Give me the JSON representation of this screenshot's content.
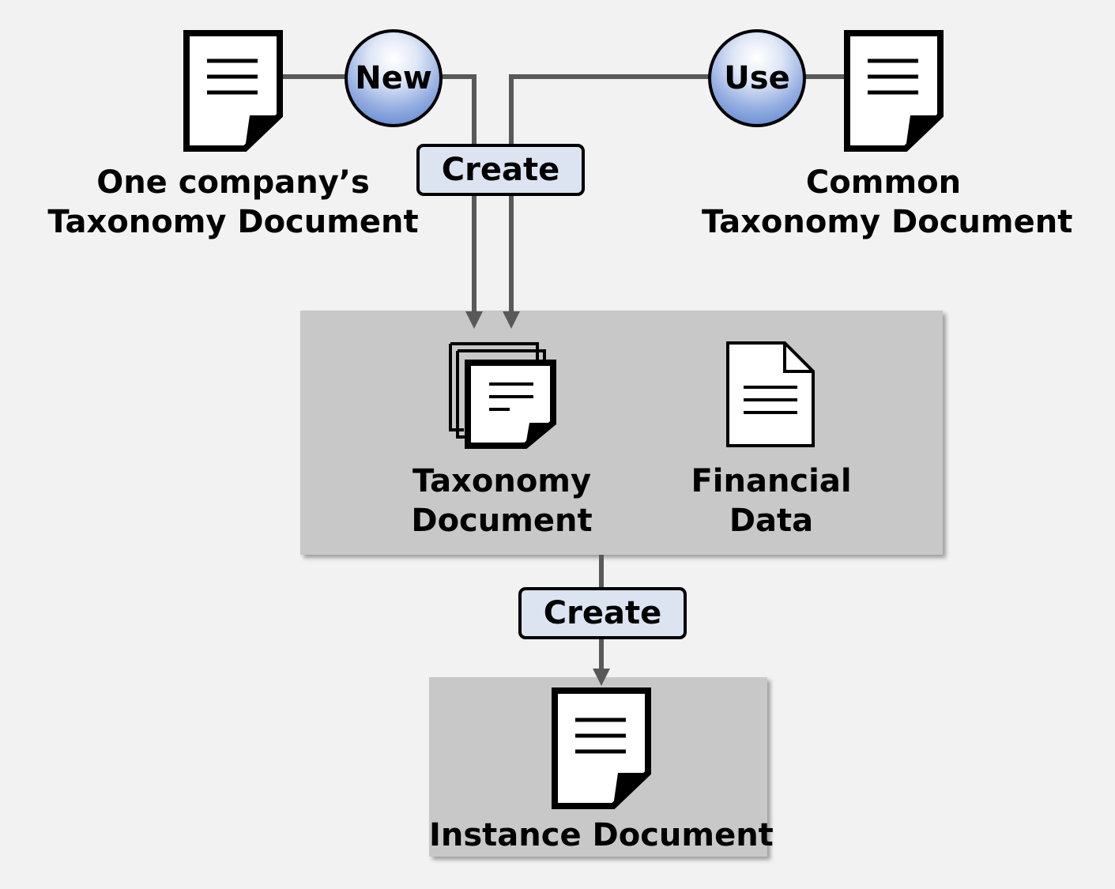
{
  "nodes": {
    "company_doc": {
      "line1": "One company’s",
      "line2": "Taxonomy Document"
    },
    "common_doc": {
      "line1": "Common",
      "line2": "Taxonomy Document"
    },
    "taxonomy_doc": {
      "line1": "Taxonomy",
      "line2": "Document"
    },
    "financial_data": {
      "line1": "Financial",
      "line2": "Data"
    },
    "instance_doc": {
      "label": "Instance Document"
    }
  },
  "badges": {
    "new": "New",
    "use": "Use"
  },
  "actions": {
    "create_top": "Create",
    "create_bottom": "Create"
  },
  "colors": {
    "background": "#f2f2f2",
    "panel": "#c8c8c8",
    "connector": "#595959",
    "create_box_fill": "#dce4f2",
    "badge_blue": "#4e79cc"
  },
  "icons": {
    "company_doc": "folded-document-icon",
    "common_doc": "folded-document-icon",
    "taxonomy_doc": "stacked-documents-icon",
    "financial_data": "document-outline-icon",
    "instance_doc": "folded-document-icon"
  }
}
